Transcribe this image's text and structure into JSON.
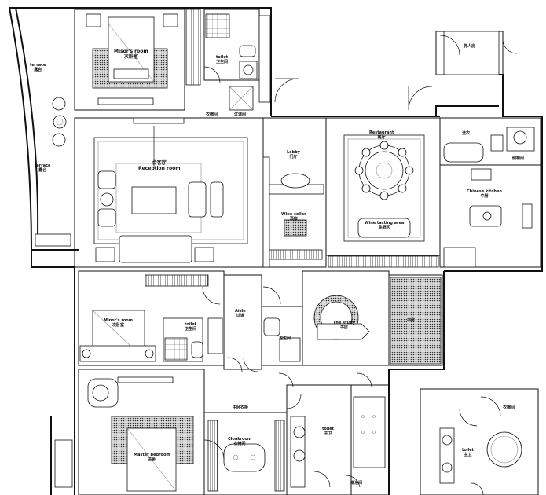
{
  "rooms": {
    "terrace_top": {
      "en": "terrace",
      "zh": "露台"
    },
    "terrace_mid": {
      "en": "terrace",
      "zh": "露台"
    },
    "master_room_top": {
      "en": "Misor's room",
      "zh": "次卧室"
    },
    "toilet_top": {
      "en": "toilet",
      "zh": "卫生间"
    },
    "closet": {
      "zh": "衣帽间"
    },
    "hall_label": {
      "zh": "过道间"
    },
    "reception": {
      "en": "Reception room",
      "zh": "会客厅"
    },
    "lobby": {
      "en": "Lobby",
      "zh": "门厅"
    },
    "wine_cellar": {
      "en": "Wine cellar",
      "zh": "酒窖"
    },
    "restaurant": {
      "en": "Restaurant",
      "zh": "餐厅"
    },
    "wine_tasting": {
      "en": "Wine tasting area",
      "zh": "品酒区"
    },
    "garage": {
      "zh": "佣人房"
    },
    "laundry": {
      "zh": "洗衣"
    },
    "storage": {
      "zh": "储物间"
    },
    "kitchen": {
      "en": "Chinese kitchen",
      "zh": "中厨"
    },
    "minor_room_mid": {
      "en": "Minor's room",
      "zh": "次卧室"
    },
    "toilet_mid": {
      "en": "toilet",
      "zh": "卫生间"
    },
    "aisle": {
      "en": "Aisle",
      "zh": "过道"
    },
    "study": {
      "en": "The study",
      "zh": "书房"
    },
    "study_side": {
      "zh": "书房"
    },
    "powder": {
      "zh": "卫生间"
    },
    "master_bedroom": {
      "en": "Master Bedroom",
      "zh": "主卧"
    },
    "cloakroom": {
      "en": "Cloakroom",
      "zh": "衣帽间"
    },
    "master_closet_label": {
      "zh": "主卧衣柜"
    },
    "toilet_bottom": {
      "en": "toilet",
      "zh": "主卫"
    },
    "toilet_right": {
      "en": "toilet",
      "zh": "主卫"
    },
    "shower_label": {
      "zh": "淋浴间"
    },
    "dressing_right": {
      "zh": "衣帽间"
    }
  }
}
